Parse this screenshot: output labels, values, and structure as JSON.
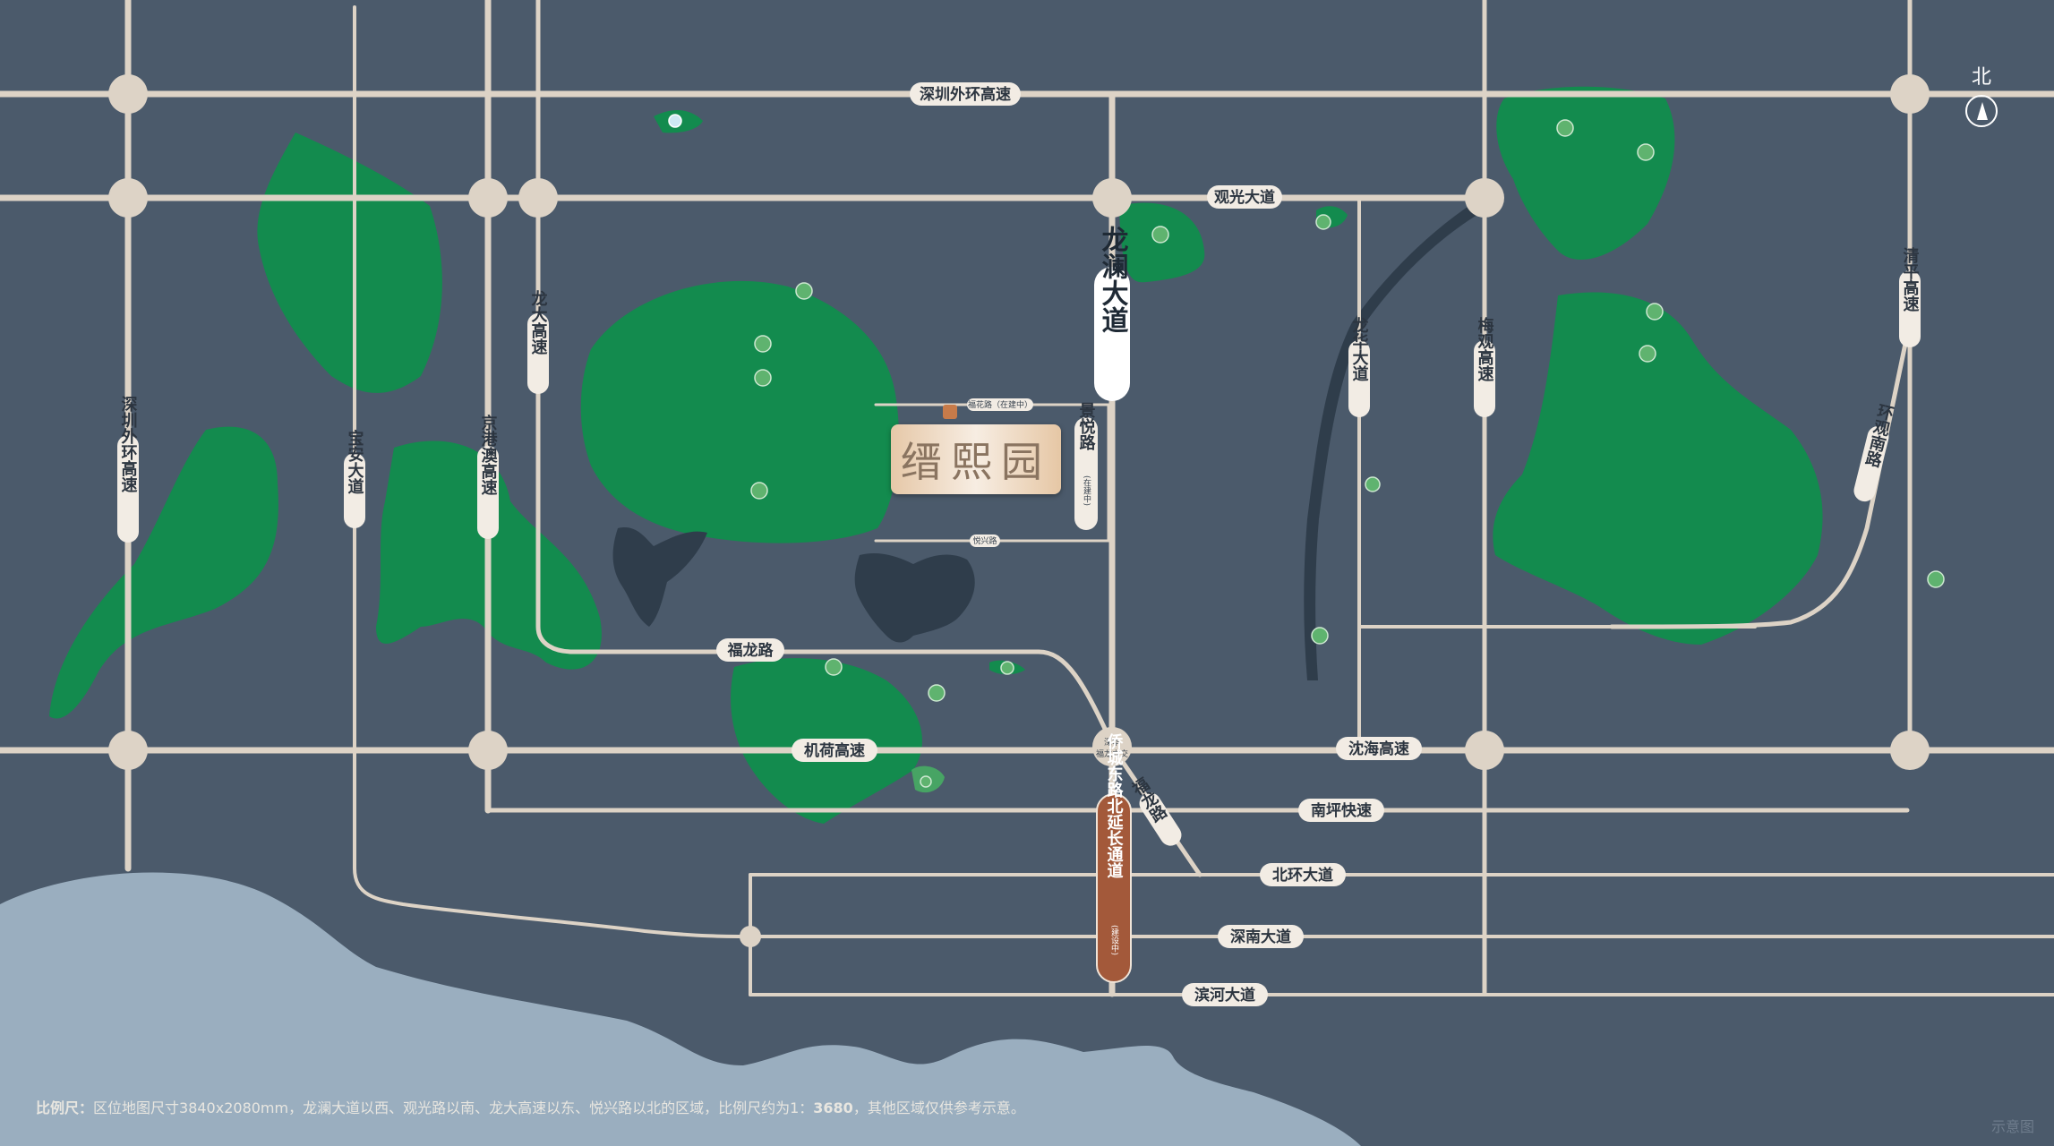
{
  "project_name": "缙熙园",
  "north_label": "北",
  "caption_prefix": "比例尺：",
  "caption_text": "区位地图尺寸3840x2080mm，龙澜大道以西、观光路以南、龙大高速以东、悦兴路以北的区域，比例尺约为1：",
  "caption_ratio": "3680",
  "caption_suffix": "，其他区域仅供参考示意。",
  "watermark": "示意图",
  "roads_horizontal": {
    "shenzhen_outer_ring": "深圳外环高速",
    "guanguang": "观光大道",
    "fulong": "福龙路",
    "jihe": "机荷高速",
    "shenhai": "沈海高速",
    "nanping": "南坪快速",
    "beihuan": "北环大道",
    "shennan": "深南大道",
    "binhe": "滨河大道"
  },
  "roads_vertical": {
    "shenzhen_outer_ring_v": "深圳外环高速",
    "baoan": "宝安大道",
    "jinggangao": "京港澳高速",
    "longda": "龙大高速",
    "longlan": "龙澜大道",
    "jingyue": "景悦路",
    "jingyue_note": "(在建中)",
    "longhua": "龙华大道",
    "meiguan": "梅观高速",
    "qingping": "清平高速",
    "huanguannan": "环观南路",
    "fulong_diag": "福龙路",
    "qiaocheng": "侨城东路北延长通道",
    "qiaocheng_note": "(建设中)"
  },
  "small_labels": {
    "fuhua": "福花路（在建中）",
    "yuexing": "悦兴路",
    "interchange_line1": "深华",
    "interchange_line2": "福龙立交"
  },
  "colors": {
    "background": "#4b5a6b",
    "road": "#ddd3c6",
    "green": "#138b4e",
    "water": "#2f3d4b",
    "sea": "#9aaebf",
    "tunnel": "#a3593a"
  }
}
